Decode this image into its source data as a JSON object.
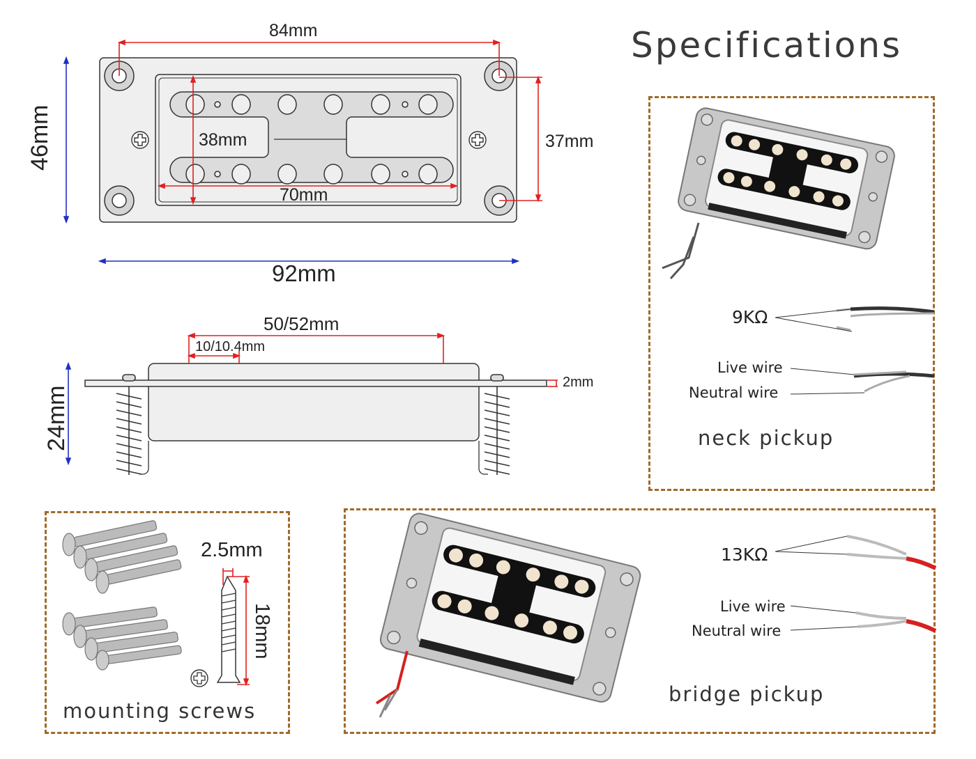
{
  "title": "Specifications",
  "top_view": {
    "mount_hole_spacing": "84mm",
    "overall_height": "46mm",
    "overall_width": "92mm",
    "cover_height": "38mm",
    "cover_width": "70mm",
    "mount_hole_vertical_spacing": "37mm"
  },
  "side_view": {
    "cover_length": "50/52mm",
    "pole_offset": "10/10.4mm",
    "overall_depth": "24mm",
    "ring_thickness": "2mm"
  },
  "neck_pickup": {
    "resistance": "9KΩ",
    "live_wire_label": "Live wire",
    "neutral_wire_label": "Neutral wire",
    "caption": "neck pickup",
    "wire_color": "#222222"
  },
  "bridge_pickup": {
    "resistance": "13KΩ",
    "live_wire_label": "Live wire",
    "neutral_wire_label": "Neutral wire",
    "caption": "bridge pickup",
    "wire_color": "#d62020"
  },
  "screws": {
    "diameter": "2.5mm",
    "length": "18mm",
    "caption": "mounting screws"
  },
  "colors": {
    "dimension_red": "#e02020",
    "dimension_blue": "#2030c0",
    "panel_border": "#a06a2a"
  }
}
